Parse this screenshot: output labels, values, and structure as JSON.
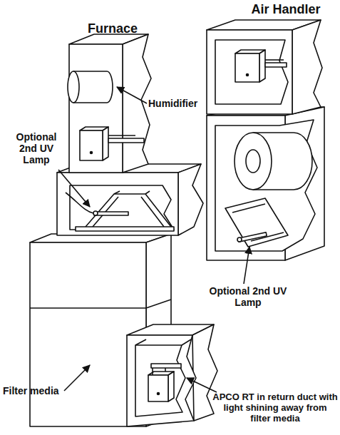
{
  "diagram": {
    "labels": [
      "Furnace",
      "Air Handler",
      "Humidifier",
      "Optional 2nd UV Lamp",
      "Optional 2nd UV Lamp",
      "Filter media",
      "APCO RT in return duct with light shining away from filter media"
    ]
  }
}
